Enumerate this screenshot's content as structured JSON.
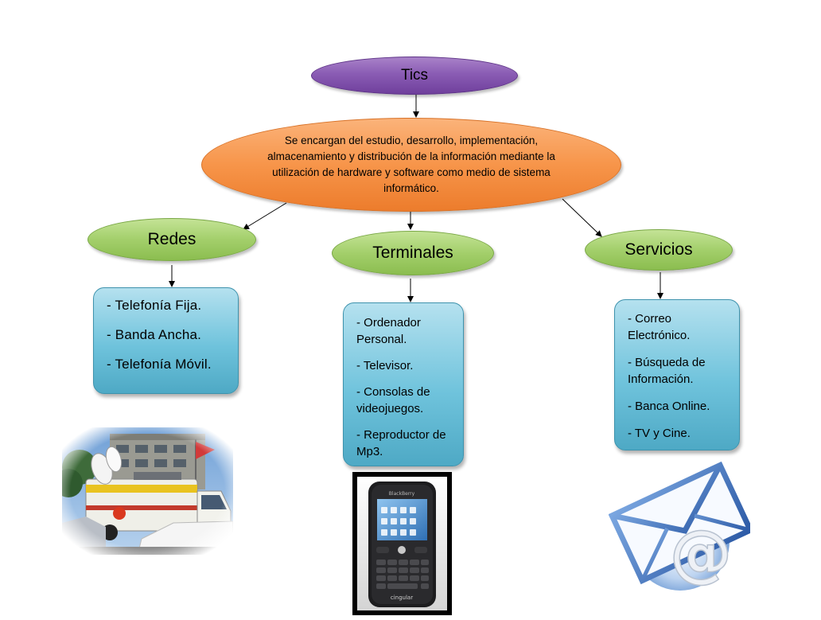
{
  "root": {
    "label": "Tics"
  },
  "definition": {
    "text": "Se encargan del estudio, desarrollo, implementación, almacenamiento y distribución de la información mediante la utilización de hardware y software como medio de sistema informático."
  },
  "categories": {
    "redes": {
      "label": "Redes",
      "items": [
        "-  Telefonía Fija.",
        "-  Banda Ancha.",
        "-  Telefonía Móvil."
      ]
    },
    "terminales": {
      "label": "Terminales",
      "items": [
        "-  Ordenador Personal.",
        "-  Televisor.",
        "-  Consolas de videojuegos.",
        "-  Reproductor de Mp3."
      ]
    },
    "servicios": {
      "label": "Servicios",
      "items": [
        "-  Correo Electrónico.",
        "-  Búsqueda de Información.",
        "-  Banca Online.",
        "-  TV y Cine."
      ]
    }
  },
  "images": [
    {
      "name": "broadcast-van-photo"
    },
    {
      "name": "blackberry-phone-photo",
      "lettering": "cingular"
    },
    {
      "name": "email-envelope-icon"
    }
  ],
  "colors": {
    "root": "#8a5cb4",
    "definition": "#f7954a",
    "category": "#a3cf6b",
    "box": "#6fc3dc"
  }
}
